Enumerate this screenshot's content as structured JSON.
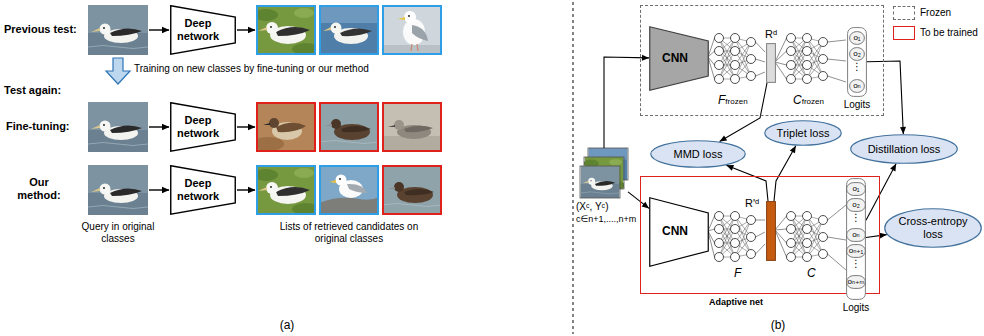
{
  "diagram": {
    "nodes": [
      {
        "text": [
          "Deep network"
        ]
      },
      {
        "text": [
          "Deep network"
        ]
      },
      {
        "text": [
          "Deep network"
        ]
      },
      {
        "text": [
          "(Xᶜ, Yᶜ)",
          "c∈n+1,....,n+m"
        ]
      },
      {
        "text": [
          "Ffrozen",
          "Cfrozen"
        ]
      },
      {
        "text": [
          "CNN"
        ],
        "in": 4
      },
      {
        "text": [
          "Rᵈ"
        ],
        "in": 4
      },
      {
        "text": [
          "Logits",
          "⋮"
        ],
        "in": 4
      },
      {
        "text": [
          "o₁"
        ],
        "in": 7
      },
      {
        "text": [
          "o₂"
        ],
        "in": 7
      },
      {
        "text": [
          "oₙ"
        ],
        "in": 7
      },
      {
        "text": [
          "MMD loss"
        ]
      },
      {
        "text": [
          "Triplet loss"
        ]
      },
      {
        "text": [
          "Distillation loss"
        ]
      },
      {
        "text": [
          "F",
          "C",
          "Adaptive net"
        ]
      },
      {
        "text": [
          "CNN"
        ],
        "in": 14
      },
      {
        "text": [
          "R'ᵈ"
        ],
        "in": 14
      },
      {
        "text": [
          "Logits",
          "⋮",
          "⋮"
        ]
      },
      {
        "text": [
          "o₁"
        ],
        "in": 17
      },
      {
        "text": [
          "o₂"
        ],
        "in": 17
      },
      {
        "text": [
          "oₙ"
        ],
        "in": 17
      },
      {
        "text": [
          "oₙ₊₁"
        ],
        "in": 17
      },
      {
        "text": [
          "oₙ₊ₘ"
        ],
        "in": 17
      },
      {
        "text": [
          "Cross-entropy loss"
        ]
      }
    ],
    "edges": [
      {
        "from": 3,
        "to": 5,
        "arrow": "to"
      },
      {
        "from": 3,
        "to": 15,
        "arrow": "to"
      },
      {
        "from": 6,
        "to": 11,
        "arrow": "to"
      },
      {
        "from": 16,
        "to": 11,
        "arrow": "to"
      },
      {
        "from": 16,
        "to": 12,
        "arrow": "to"
      },
      {
        "from": 7,
        "to": 13,
        "arrow": "to"
      },
      {
        "from": 17,
        "to": 13,
        "arrow": "to"
      },
      {
        "from": 17,
        "to": 23,
        "arrow": "to"
      }
    ],
    "labels": [
      "Previous test:",
      "Training on new classes by fine-tuning or our method",
      "Test again:",
      "Fine-tuning:",
      "Our method:",
      "Query in original classes",
      "Lists of retrieved candidates on original classes",
      "(a)",
      "(b)"
    ],
    "legend": [
      {
        "text": "Frozen"
      },
      {
        "text": "To be trained"
      }
    ]
  }
}
